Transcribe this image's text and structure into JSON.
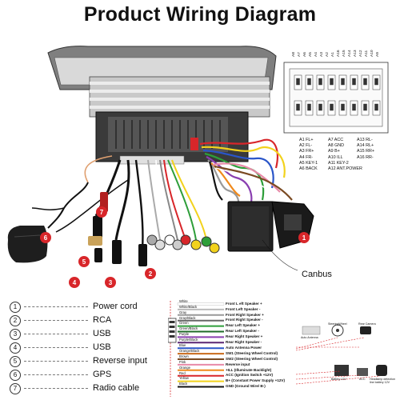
{
  "title": "Product Wiring Diagram",
  "connector_pin_header": [
    "A8",
    "A7",
    "A6",
    "A5",
    "A4",
    "A3",
    "A2",
    "A1",
    "A16",
    "A15",
    "A14",
    "A13",
    "A12",
    "A11",
    "A10",
    "A9"
  ],
  "pin_table": [
    [
      "A1 FL+",
      "A7 ACC",
      "A13 RL-"
    ],
    [
      "A2 FL-",
      "A8 GND",
      "A14 RL+"
    ],
    [
      "A3 FR+",
      "A9 B+",
      "A15 RR+"
    ],
    [
      "A4 FR-",
      "A10 ILL",
      "A16 RR-"
    ],
    [
      "A5 KEY-1",
      "A11 KEY-2",
      ""
    ],
    [
      "A6 BACK",
      "A12 ANT.POWER",
      ""
    ]
  ],
  "canbus_label": "Canbus",
  "callouts": [
    "1",
    "2",
    "3",
    "4",
    "5",
    "6",
    "7"
  ],
  "legend": [
    {
      "num": "1",
      "text": "Power cord"
    },
    {
      "num": "2",
      "text": "RCA"
    },
    {
      "num": "3",
      "text": "USB"
    },
    {
      "num": "4",
      "text": "USB"
    },
    {
      "num": "5",
      "text": "Reverse input"
    },
    {
      "num": "6",
      "text": "GPS"
    },
    {
      "num": "7",
      "text": "Radio cable"
    }
  ],
  "wires": [
    {
      "color": "White",
      "hex": "#ffffff",
      "label": "Front L eft Speaker +"
    },
    {
      "color": "White/Black",
      "hex": "#bbbbbb",
      "label": "Front Left Speaker -"
    },
    {
      "color": "Gray",
      "hex": "#999999",
      "label": "Front Right Speaker +"
    },
    {
      "color": "Gray/Black",
      "hex": "#666666",
      "label": "Front Right Speaker -"
    },
    {
      "color": "Green",
      "hex": "#2e9e3a",
      "label": "Rear Left Speaker +"
    },
    {
      "color": "Green/Black",
      "hex": "#1f6b28",
      "label": "Rear Left Speaker -"
    },
    {
      "color": "Purple",
      "hex": "#8a3fb0",
      "label": "Rear Right Speaker +"
    },
    {
      "color": "Purple/Black",
      "hex": "#5a2673",
      "label": "Rear Right Speaker -"
    },
    {
      "color": "Blue",
      "hex": "#2a55c8",
      "label": "Auto Antenna Power"
    },
    {
      "color": "Orange/Black",
      "hex": "#c96a1a",
      "label": "SW1 (Steering Wheel Control)"
    },
    {
      "color": "Brown",
      "hex": "#7a4a22",
      "label": "SW2 (Steering Wheel Control)"
    },
    {
      "color": "Pink",
      "hex": "#e88aa8",
      "label": "Reverse input"
    },
    {
      "color": "Orange",
      "hex": "#f08a1c",
      "label": "+ILL (Illuminate Backlight)"
    },
    {
      "color": "Red",
      "hex": "#d8262a",
      "label": "ACC (Ignition Switch +12V)"
    },
    {
      "color": "Yellow",
      "hex": "#f2d21c",
      "label": "B+ (Constant Power Supply +12V)"
    },
    {
      "color": "Black",
      "hex": "#111111",
      "label": "GND (Ground Wire/ B-)"
    }
  ],
  "devices": {
    "auto_antenna": "Auto Antenna",
    "steering_wheel": "SteeringWheel",
    "rear_camera": "Rear Camera",
    "battery": "Battery 12V",
    "acc": "ACC",
    "headlamp": "Headlamp detection line battery 12V"
  },
  "colors": {
    "callout_red": "#d8262a",
    "wire_red": "#d8262a",
    "wire_yellow": "#f2d21c"
  }
}
